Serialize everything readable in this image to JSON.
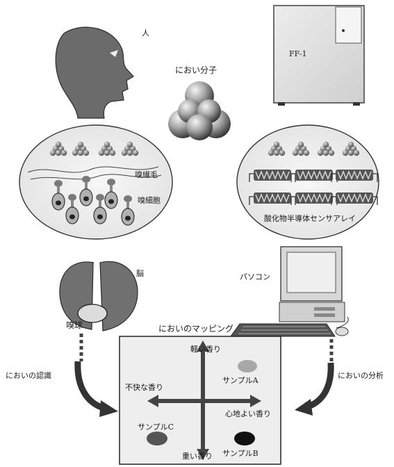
{
  "labels": {
    "human": "人",
    "molecule": "におい分子",
    "instrument": "FF-1",
    "cilia": "嗅繊毛",
    "olfactory_cell": "嗅細胞",
    "sensor_array": "酸化物半導体センサアレイ",
    "brain": "脳",
    "olfactory_bulb": "嗅球",
    "computer": "パソコン",
    "mapping_title": "においのマッピング",
    "recognition": "においの認識",
    "analysis": "においの分析"
  },
  "map": {
    "axis_top": "軽い香り",
    "axis_bottom": "重い香り",
    "axis_left": "不快な香り",
    "axis_right": "心地よい香り",
    "sample_a": "サンプルA",
    "sample_b": "サンプルB",
    "sample_c": "サンプルC"
  }
}
